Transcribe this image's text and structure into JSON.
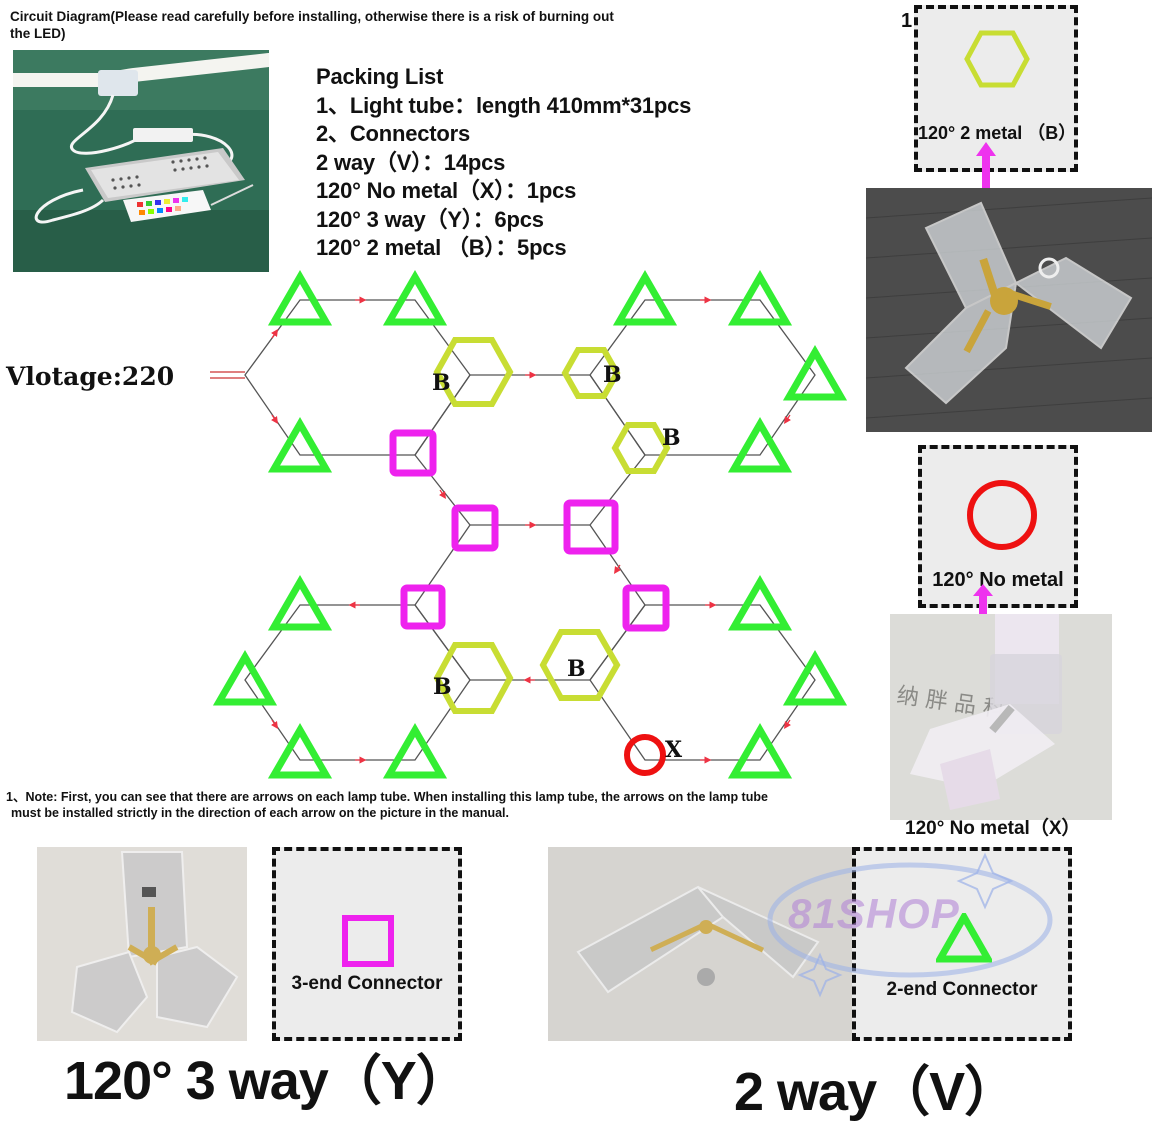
{
  "header": {
    "circuit_title": "Circuit Diagram(Please read carefully before installing, otherwise there is a risk of burning out the LED)"
  },
  "packing_list": {
    "title": "Packing List",
    "lines": [
      "1、Light tube：length 410mm*31pcs",
      "2、Connectors",
      "2 way（V）：14pcs",
      "120° No metal（X）：1pcs",
      "120° 3 way（Y）：6pcs",
      "120° 2 metal （B）：5pcs"
    ]
  },
  "diagram": {
    "voltage_label": "Vlotage:220",
    "letter_b": "B",
    "letter_x": "X"
  },
  "note": {
    "line1": "1、Note: First, you can see that there are arrows on each lamp tube. When installing this lamp tube, the arrows on the lamp tube",
    "line2": "must be installed strictly in the direction of each arrow on the picture in the manual."
  },
  "right_panel": {
    "index_number": "1",
    "b_box_label": "120° 2 metal （B）",
    "x_box_label": "120° No metal",
    "x_photo_caption": "120° No metal（X）"
  },
  "bottom": {
    "y_box_label": "3-end Connector",
    "y_caption": "120° 3 way（Y）",
    "v_box_label": "2-end Connector",
    "v_caption": "2 way（V）",
    "watermark": "81SHOP"
  },
  "colors": {
    "triangle": "#33ee33",
    "square": "#ee22ee",
    "hexagon": "#c8dd33",
    "circle": "#ee1111",
    "arrow": "#ee33ee"
  }
}
